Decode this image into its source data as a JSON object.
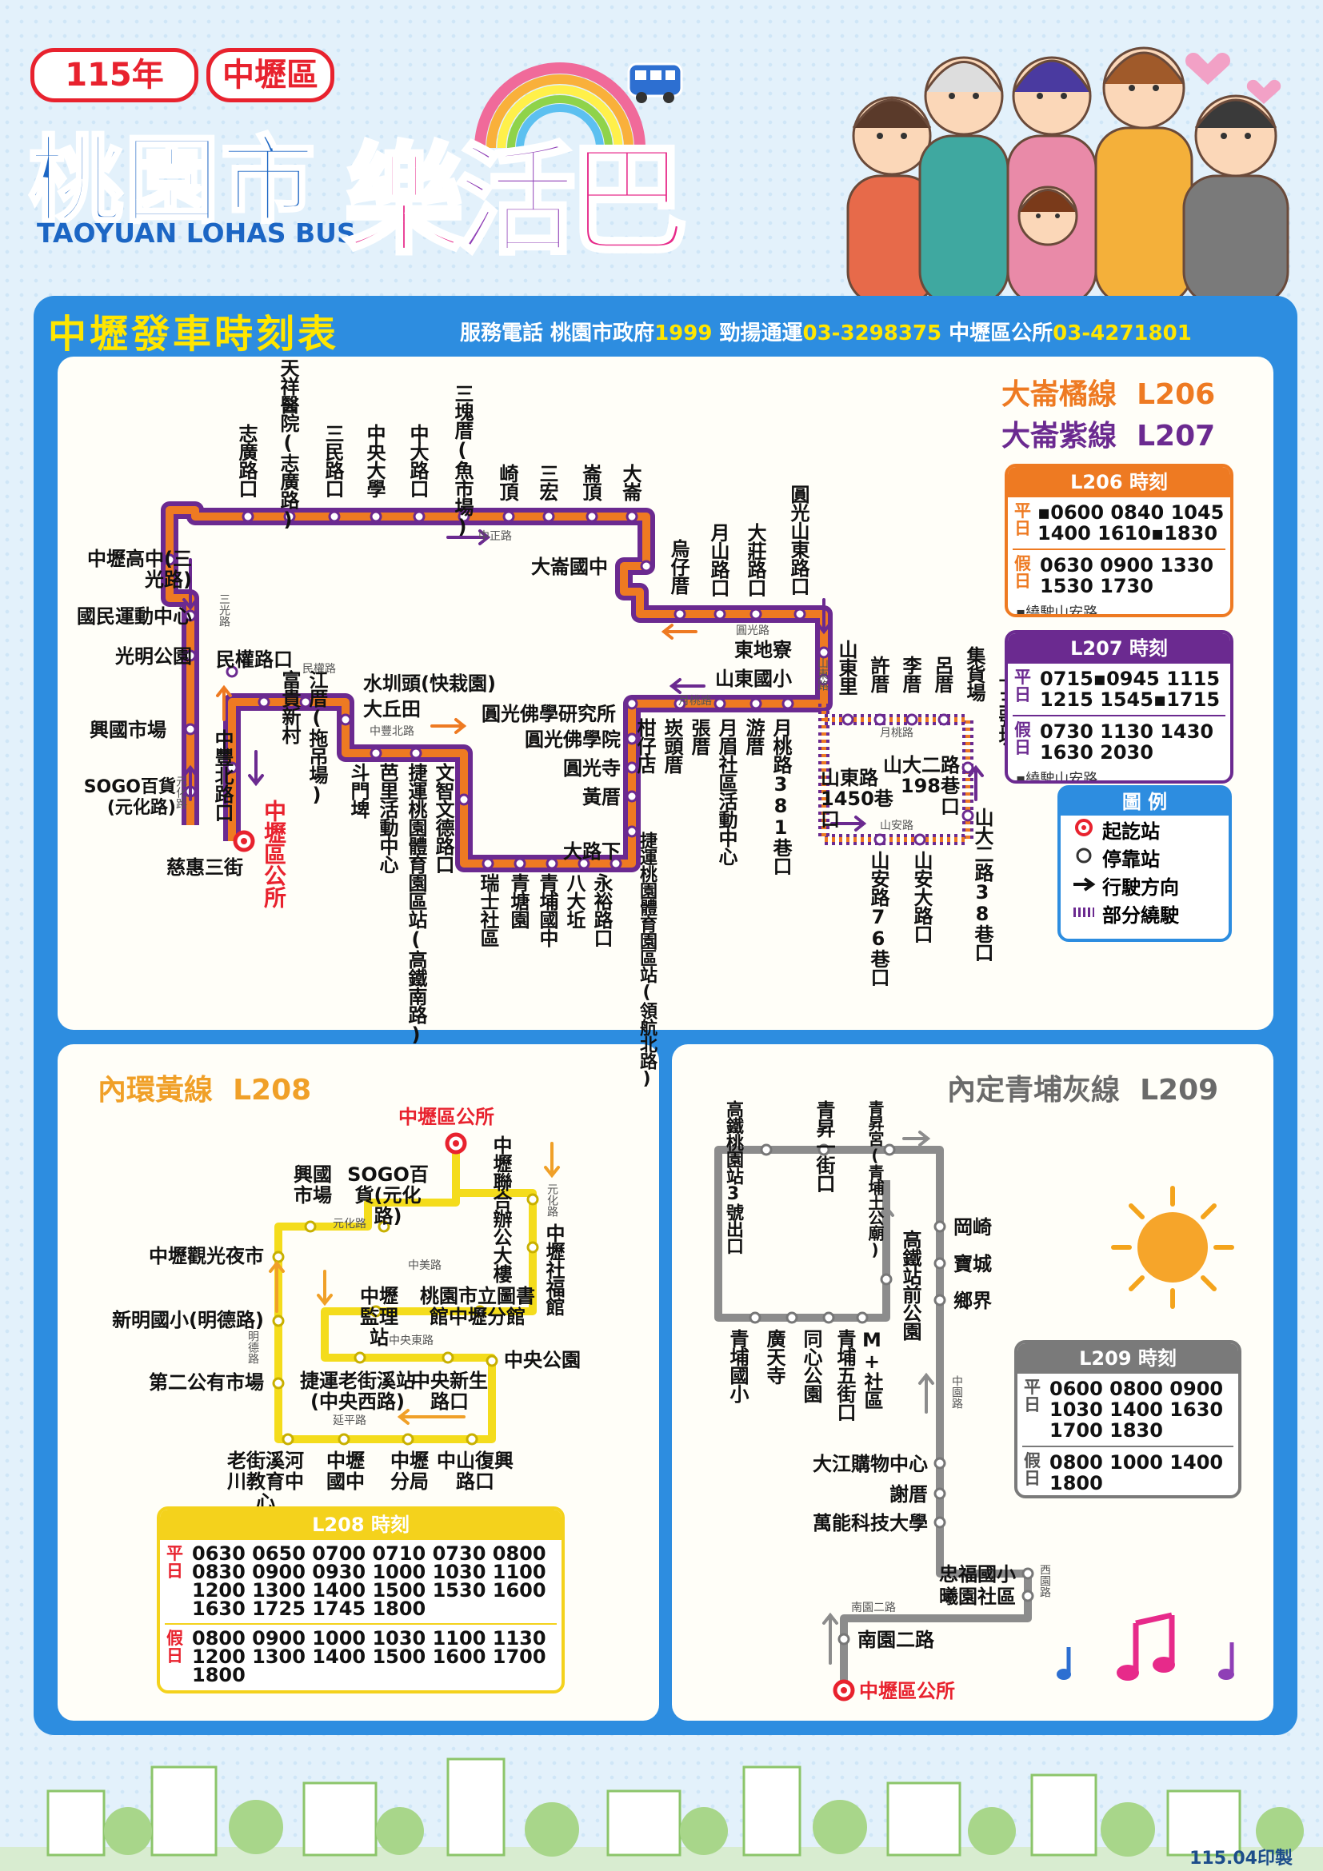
{
  "header": {
    "year_badge": "115年",
    "district_badge": "中壢區",
    "city": "桃園市",
    "logo_text": [
      "樂",
      "活",
      "巴"
    ],
    "english": "TAOYUAN LOHAS BUS"
  },
  "section": {
    "title": "中壢發車時刻表",
    "contact_prefix": "服務電話 桃園市政府",
    "contact_1999": "1999",
    "contact_jinyang": " 勁揚通運",
    "contact_jinyang_no": "03-3298375",
    "contact_office": " 中壢區公所",
    "contact_office_no": "03-4271801"
  },
  "colors": {
    "orange": "#ee7a22",
    "purple": "#6b2a90",
    "yellow": "#f4dc1c",
    "gray": "#8c8c8c",
    "blue": "#2d8de0",
    "red": "#e8222e"
  },
  "main_map": {
    "line_orange_name": "大崙橘線",
    "line_orange_code": "L206",
    "line_purple_name": "大崙紫線",
    "line_purple_code": "L207",
    "top_stops": [
      "志廣路口",
      "天祥醫院(志廣路)",
      "三民路口",
      "中央大學",
      "中大路口",
      "三塊厝(魚市場)",
      "崎頂",
      "三宏",
      "崙頂",
      "大崙"
    ],
    "left_stops": [
      "中壢高中(三光路)",
      "國民運動中心",
      "光明公園",
      "興國市場",
      "SOGO百貨(元化路)",
      "慈惠三街"
    ],
    "start": "中壢區公所",
    "mid_stops": [
      "民權路口",
      "中豐北路口",
      "富貴新村",
      "江厝(拖吊場)",
      "水圳頭(快栽園)",
      "大丘田",
      "斗門埤",
      "芭里活動中心",
      "捷運桃園體育園區站(高鐵南路)",
      "文智文德路口",
      "瑞士社區",
      "青塘園",
      "青埔國中",
      "八大坵",
      "永裕路口",
      "捷運桃園體育園區站(領航北路)",
      "大路下",
      "黃厝",
      "圓光寺",
      "圓光佛學院",
      "圓光佛學研究所",
      "大崙國中",
      "東地寮",
      "山東國小"
    ],
    "right_top": [
      "烏仔厝",
      "月山路口",
      "大莊路口",
      "圓光山東路口"
    ],
    "right_stops": [
      "柑仔店",
      "崁頭厝",
      "張厝",
      "月眉社區活動中心",
      "游厝",
      "月桃路381巷口",
      "山東里",
      "許厝",
      "李厝",
      "呂厝",
      "集貨場",
      "十三號坡",
      "山東路1450巷口",
      "山大二路198巷口",
      "山安路76巷口",
      "山安大路口",
      "山大二路38巷口"
    ],
    "roads": [
      "中正路",
      "三光路",
      "民權路",
      "中豐北路",
      "元化路",
      "月桃路",
      "圓光路",
      "山東路",
      "月桃路",
      "山安路"
    ]
  },
  "timetables": {
    "L206": {
      "title": "L206 時刻",
      "weekday_label": "平日",
      "weekday": "▪0600 0840 1045\n1400 1610▪1830",
      "holiday_label": "假日",
      "holiday": "0630 0900 1330\n1530 1730",
      "note": "▪繞駛山安路"
    },
    "L207": {
      "title": "L207 時刻",
      "weekday_label": "平日",
      "weekday": "0715▪0945 1115\n1215 1545▪1715",
      "holiday_label": "假日",
      "holiday": "0730 1130 1430\n1630 2030",
      "note": "▪繞駛山安路"
    },
    "L208": {
      "title": "L208 時刻",
      "weekday_label": "平日",
      "weekday": "0630 0650 0700 0710 0730 0800\n0830 0900 0930 1000 1030 1100\n1200 1300 1400 1500 1530 1600\n1630 1725 1745 1800",
      "holiday_label": "假日",
      "holiday": "0800 0900 1000 1030 1100 1130\n1200 1300 1400 1500 1600 1700\n1800"
    },
    "L209": {
      "title": "L209 時刻",
      "weekday_label": "平日",
      "weekday": "0600 0800 0900\n1030 1400 1630\n1700 1830",
      "holiday_label": "假日",
      "holiday": "0800 1000 1400\n1800"
    }
  },
  "legend": {
    "title": "圖 例",
    "items": [
      "起訖站",
      "停靠站",
      "行駛方向",
      "部分繞駛"
    ]
  },
  "l208": {
    "name": "內環黃線",
    "code": "L208",
    "start": "中壢區公所",
    "stops": [
      "興國市場",
      "SOGO百貨(元化路)",
      "中壢聯合辦公大樓",
      "中壢社福館",
      "中壢觀光夜市",
      "新明國小(明德路)",
      "第二公有市場",
      "中壢監理站",
      "桃園市立圖書館中壢分館",
      "中央公園",
      "捷運老街溪站(中央西路)",
      "中央新生路口",
      "老街溪河川教育中心",
      "中壢國中",
      "中壢分局",
      "中山復興路口"
    ],
    "roads": [
      "元化路",
      "元化路",
      "中美路",
      "中央東路",
      "明德路",
      "延平路"
    ]
  },
  "l209": {
    "name": "內定青埔灰線",
    "code": "L209",
    "start": "中壢區公所",
    "stops": [
      "高鐵桃園站3號出口",
      "青昇一街口",
      "青昇宮(青埔土公廟)",
      "岡崎",
      "寶城",
      "鄉界",
      "高鐵站前公園",
      "青埔國小",
      "廣天寺",
      "同心公園",
      "青埔五街口",
      "M+社區",
      "大江購物中心",
      "謝厝",
      "萬能科技大學",
      "忠福國小",
      "曦園社區",
      "南園二路"
    ],
    "roads": [
      "中園路",
      "西園路",
      "南園二路"
    ]
  },
  "footer": {
    "printed": "115.04印製"
  }
}
